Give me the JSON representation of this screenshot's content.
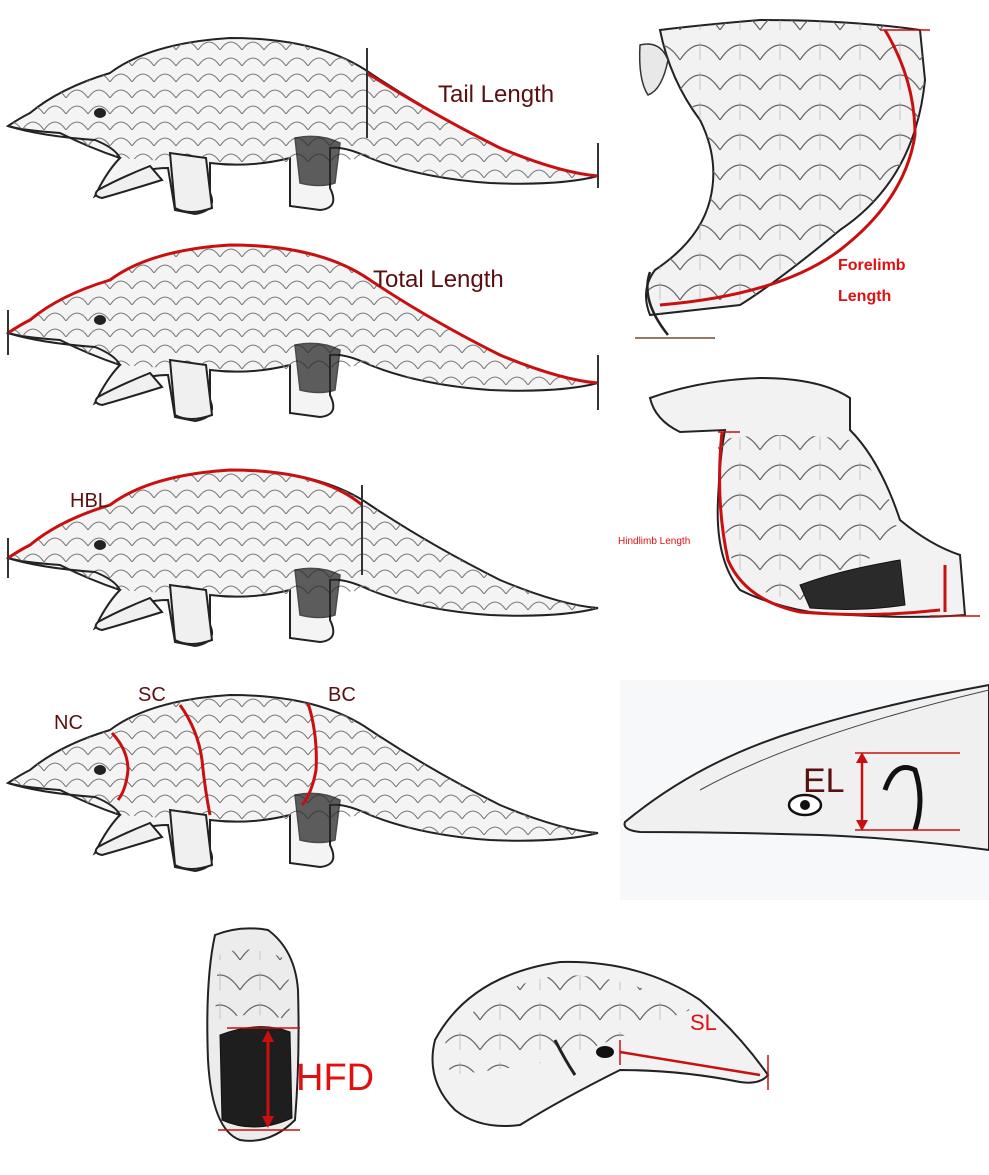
{
  "labels": {
    "tail_length": "Tail Length",
    "total_length": "Total Length",
    "hbl": "HBL",
    "nc": "NC",
    "sc": "SC",
    "bc": "BC",
    "forelimb_line1": "Forelimb",
    "forelimb_line2": "Length",
    "hindlimb_length": "Hindlimb Length",
    "el": "EL",
    "hfd": "HFD",
    "sl": "SL"
  },
  "colors": {
    "measurement_line": "#c81010",
    "label_dark": "#5a1010",
    "label_red": "#e01010"
  }
}
